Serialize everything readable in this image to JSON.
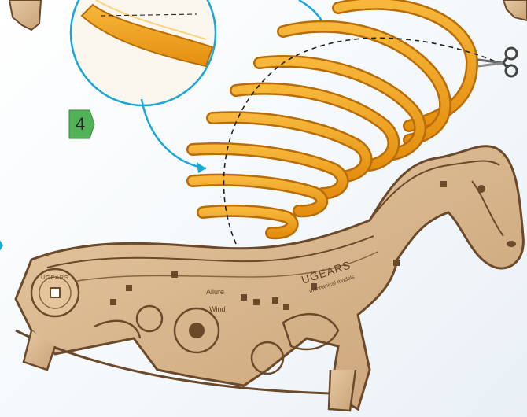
{
  "step": {
    "number": "4"
  },
  "model": {
    "brand": "UGEARS",
    "brand_tagline": "mechanical models",
    "label_allure": "Allure",
    "label_wind": "Wind",
    "medallion_text": "UGEARS"
  },
  "colors": {
    "accent_blue": "#1aa7d8",
    "badge_green": "#4caf50",
    "rubber_band_orange": "#f0a21f",
    "wood": "#d9b88f",
    "wood_dark": "#6b4a2b"
  },
  "icons": [
    "scissors-icon",
    "step-number-badge",
    "callout-arrow-icon"
  ]
}
